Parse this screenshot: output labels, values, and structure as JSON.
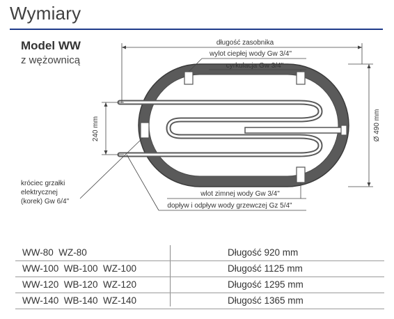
{
  "header": {
    "title": "Wymiary",
    "model": "Model WW",
    "subtitle": "z wężownicą"
  },
  "dimensions": {
    "tank_length": "długość zasobnika",
    "hot_water_outlet": "wylot ciepłej wody Gw 3/4\"",
    "circulation": "cyrkulacja Gw 3/4\"",
    "diameter": "Ø 490 mm",
    "coil_spacing": "240 mm",
    "cold_water_inlet": "wlot zimnej wody Gw 3/4\"",
    "heating_water": "dopływ i odpływ wody grzewczej Gz 5/4\"",
    "heater_socket_line1": "króciec grzałki",
    "heater_socket_line2": "elektrycznej",
    "heater_socket_line3": "(korek) Gw 6/4\""
  },
  "specs": [
    {
      "models": "WW-80  WZ-80",
      "length": "Długość 920 mm"
    },
    {
      "models": "WW-100  WB-100  WZ-100",
      "length": "Długość 1125 mm"
    },
    {
      "models": "WW-120  WB-120  WZ-120",
      "length": "Długość 1295 mm"
    },
    {
      "models": "WW-140  WB-140  WZ-140",
      "length": "Długość 1365 mm"
    }
  ],
  "colors": {
    "accent_rule": "#1f3a8a",
    "tank_fill": "#5a5a5a",
    "tank_inner": "#ffffff"
  }
}
